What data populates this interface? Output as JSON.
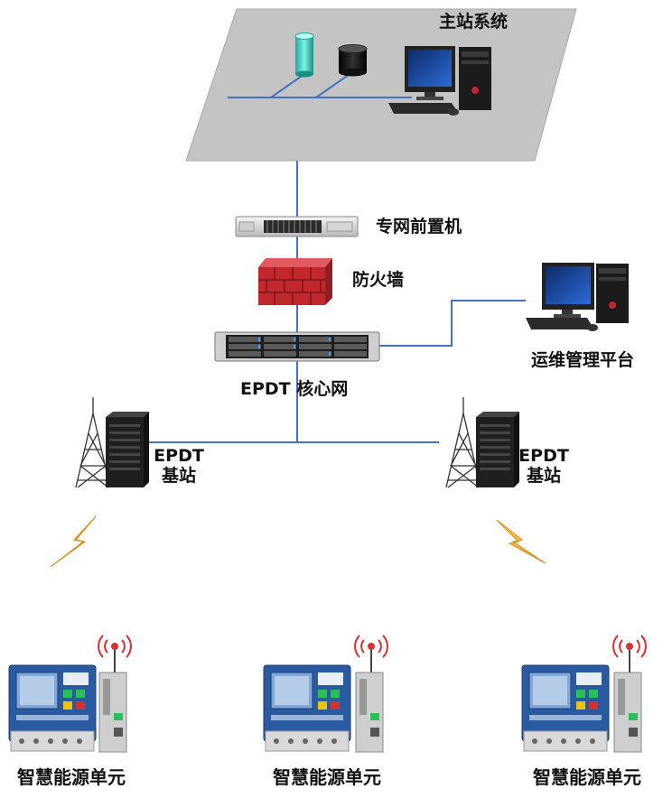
{
  "labels": {
    "master_station": "主站系统",
    "frontend": "专网前置机",
    "firewall": "防火墙",
    "ops_platform": "运维管理平台",
    "core_network": "EPDT 核心网",
    "base_station_left": {
      "line1": "EPDT",
      "line2": "基站"
    },
    "base_station_right": {
      "line1": "EPDT",
      "line2": "基站"
    },
    "unit_1": "智慧能源单元",
    "unit_2": "智慧能源单元",
    "unit_3": "智慧能源单元"
  },
  "colors": {
    "link_line": "#4472C4",
    "platform_gray": "#c4c4c4",
    "firewall_red": "#c0282d",
    "device_blue": "#2a5aa0",
    "lightning": "#f2b632",
    "signal_red": "#d63031"
  },
  "icons": {
    "master_station": [
      "database-cyan-icon",
      "database-black-icon",
      "desktop-computer-icon"
    ],
    "frontend": "rack-server-1u-icon",
    "firewall": "firewall-brick-icon",
    "core_network": "storage-server-icon",
    "ops_platform": "desktop-computer-icon",
    "base_station": [
      "radio-tower-icon",
      "server-cabinet-icon"
    ],
    "wireless": "lightning-bolt-icon",
    "unit": [
      "energy-meter-icon",
      "din-rail-module-icon",
      "wireless-signal-icon"
    ]
  }
}
